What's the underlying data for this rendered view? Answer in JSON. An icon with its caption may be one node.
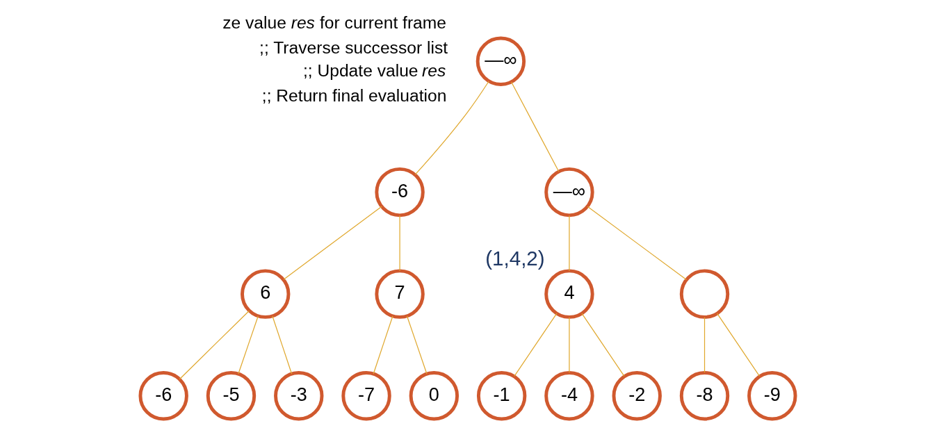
{
  "diagram": {
    "nodes": [
      {
        "text": [
          "—∞"
        ]
      },
      {
        "text": [
          "-6"
        ]
      },
      {
        "text": [
          "—∞"
        ]
      },
      {
        "text": [
          "6"
        ]
      },
      {
        "text": [
          "7"
        ]
      },
      {
        "text": [
          "4"
        ],
        "beside": [
          "(1,4,2)"
        ]
      },
      {
        "text": [],
        "shape": "circle"
      },
      {
        "text": [
          "-6"
        ]
      },
      {
        "text": [
          "-5"
        ]
      },
      {
        "text": [
          "-3"
        ]
      },
      {
        "text": [
          "-7"
        ]
      },
      {
        "text": [
          "0"
        ]
      },
      {
        "text": [
          "-1"
        ]
      },
      {
        "text": [
          "-4"
        ]
      },
      {
        "text": [
          "-2"
        ]
      },
      {
        "text": [
          "-8"
        ]
      },
      {
        "text": [
          "-9"
        ]
      }
    ],
    "edges": [
      {
        "from": 0,
        "to": 1,
        "arrow": "none"
      },
      {
        "from": 0,
        "to": 2,
        "arrow": "none"
      },
      {
        "from": 1,
        "to": 3,
        "arrow": "none"
      },
      {
        "from": 1,
        "to": 4,
        "arrow": "none"
      },
      {
        "from": 2,
        "to": 5,
        "arrow": "none"
      },
      {
        "from": 2,
        "to": 6,
        "arrow": "none"
      },
      {
        "from": 3,
        "to": 7,
        "arrow": "none"
      },
      {
        "from": 3,
        "to": 8,
        "arrow": "none"
      },
      {
        "from": 3,
        "to": 9,
        "arrow": "none"
      },
      {
        "from": 4,
        "to": 10,
        "arrow": "none"
      },
      {
        "from": 4,
        "to": 11,
        "arrow": "none"
      },
      {
        "from": 5,
        "to": 12,
        "arrow": "none"
      },
      {
        "from": 5,
        "to": 13,
        "arrow": "none"
      },
      {
        "from": 5,
        "to": 14,
        "arrow": "none"
      },
      {
        "from": 6,
        "to": 15,
        "arrow": "none"
      },
      {
        "from": 6,
        "to": 16,
        "arrow": "none"
      }
    ],
    "labels": [
      "ze value *res* for current frame",
      ";; Traverse successor list",
      ";; Update value *res*",
      ";; Return final evaluation"
    ]
  }
}
